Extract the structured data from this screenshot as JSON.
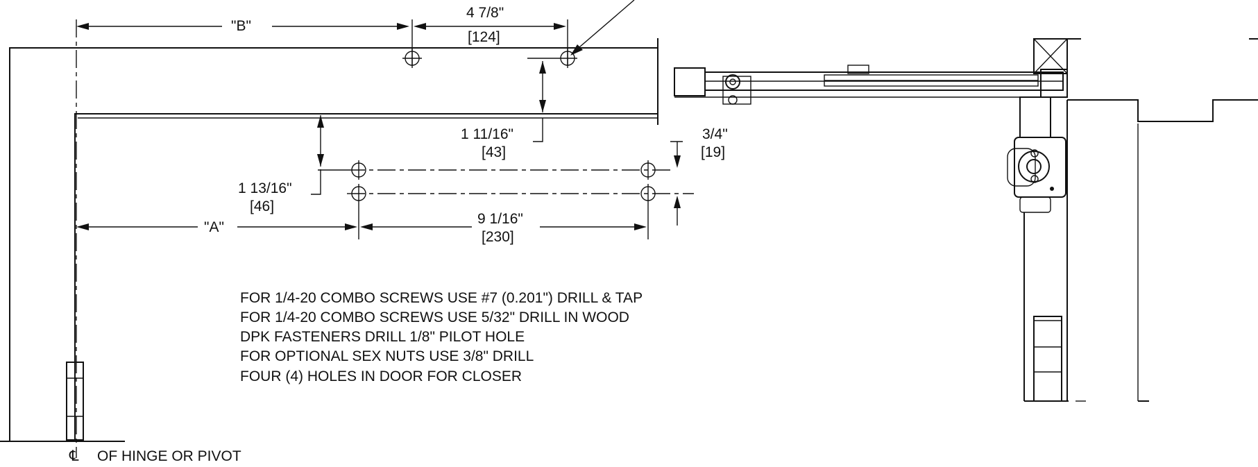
{
  "dimensions": {
    "b": "\"B\"",
    "top_in": "4 7/8\"",
    "top_mm": "[124]",
    "arm_in": "1 11/16\"",
    "arm_mm": "[43]",
    "hole_gap_in": "3/4\"",
    "hole_gap_mm": "[19]",
    "frame_in": "1 13/16\"",
    "frame_mm": "[46]",
    "a": "\"A\"",
    "span_in": "9 1/16\"",
    "span_mm": "[230]"
  },
  "notes": [
    "FOR 1/4-20 COMBO SCREWS USE #7 (0.201\") DRILL & TAP",
    "FOR 1/4-20 COMBO SCREWS USE 5/32\" DRILL IN WOOD",
    "DPK FASTENERS DRILL 1/8\" PILOT HOLE",
    "FOR OPTIONAL SEX NUTS USE 3/8\" DRILL",
    "FOUR (4) HOLES IN DOOR FOR CLOSER"
  ],
  "centerline": {
    "symbol": "℄",
    "label": "OF HINGE OR PIVOT"
  },
  "colors": {
    "line": "#111111",
    "background": "#ffffff"
  }
}
